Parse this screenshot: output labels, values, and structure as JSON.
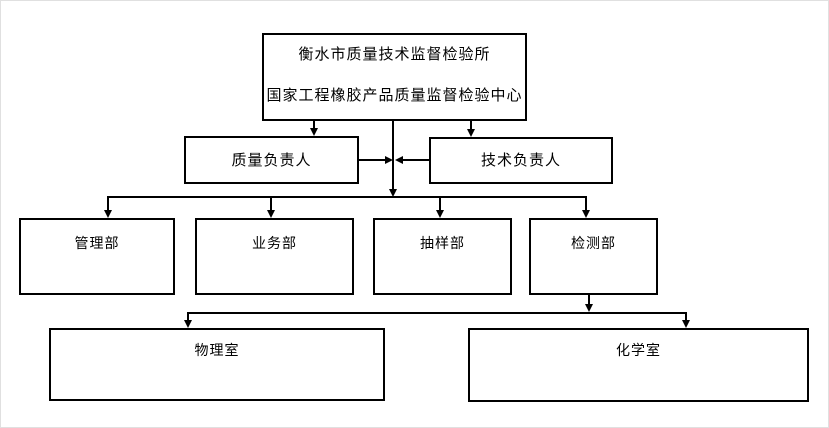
{
  "colors": {
    "background": "#ffffff",
    "box_border": "#000000",
    "line": "#000000",
    "text": "#000000"
  },
  "org_chart": {
    "root": {
      "line1": "衡水市质量技术监督检验所",
      "line2": "国家工程橡胶产品质量监督检验中心"
    },
    "managers": [
      {
        "id": "quality-manager",
        "label": "质量负责人"
      },
      {
        "id": "technical-manager",
        "label": "技术负责人"
      }
    ],
    "departments": [
      {
        "id": "management-dept",
        "label": "管理部"
      },
      {
        "id": "business-dept",
        "label": "业务部"
      },
      {
        "id": "sampling-dept",
        "label": "抽样部"
      },
      {
        "id": "testing-dept",
        "label": "检测部"
      }
    ],
    "labs": [
      {
        "id": "physics-room",
        "label": "物理室"
      },
      {
        "id": "chemistry-room",
        "label": "化学室"
      }
    ]
  }
}
